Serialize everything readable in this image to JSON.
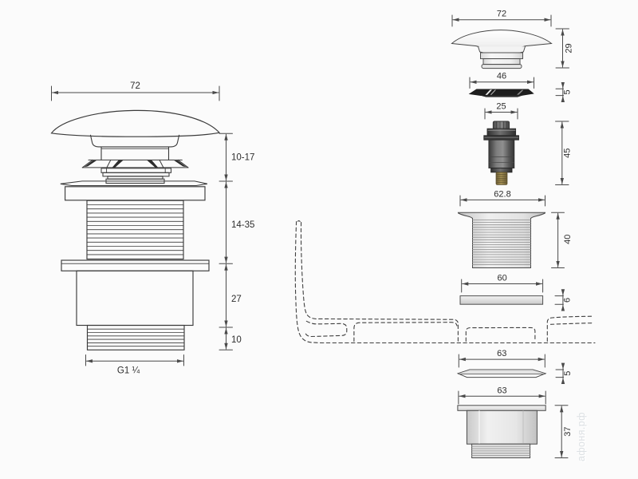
{
  "colors": {
    "background": "#fbfbfb",
    "line": "#3b3b3b",
    "dim_line": "#4a4a4a",
    "text": "#2d2d2d",
    "seal_ring_dark": "#1e1e1e",
    "cartridge_dark": "#3f3f3f",
    "brass": "#8f7c49",
    "metal_light": "#e2e2e2",
    "watermark": "#d3d7da"
  },
  "assembled_view": {
    "dim_width": "72",
    "dim_cap_travel": "10-17",
    "dim_upper_thread": "14-35",
    "dim_body": "27",
    "dim_lower_thread": "10",
    "dim_thread_size": "G1 ¼"
  },
  "exploded_view": {
    "cap": {
      "width": "72",
      "height": "29"
    },
    "seal_ring": {
      "width": "46",
      "height": "5"
    },
    "cartridge": {
      "width": "25",
      "height": "45"
    },
    "threaded_body": {
      "width": "62.8",
      "height": "40"
    },
    "gasket": {
      "width": "60",
      "height": "6"
    },
    "washer": {
      "width": "63",
      "height": "5"
    },
    "locknut": {
      "width": "63",
      "height": "37"
    }
  },
  "watermark": {
    "text": "афоня.рф"
  }
}
